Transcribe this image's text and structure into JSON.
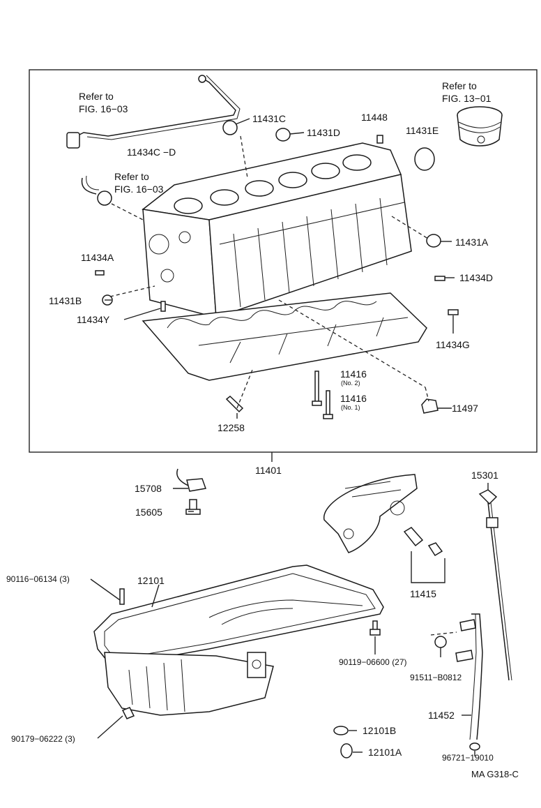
{
  "diagram": {
    "code": "MA G318-C",
    "refs": [
      {
        "line1": "Refer to",
        "line2": "FIG. 16−03"
      },
      {
        "line1": "Refer to",
        "line2": "FIG. 16−03"
      },
      {
        "line1": "Refer to",
        "line2": "FIG. 13−01"
      }
    ],
    "labels": {
      "p11431C": "11431C",
      "p11431D": "11431D",
      "p11448": "11448",
      "p11431E": "11431E",
      "p11434CD": "11434C −D",
      "p11431A": "11431A",
      "p11434A": "11434A",
      "p11434D": "11434D",
      "p11431B": "11431B",
      "p11434Y": "11434Y",
      "p11434G": "11434G",
      "p11416n2": "11416",
      "p11416n2sub": "(No. 2)",
      "p11416n1": "11416",
      "p11416n1sub": "(No. 1)",
      "p11497": "11497",
      "p12258": "12258",
      "p11401": "11401",
      "p15708": "15708",
      "p15605": "15605",
      "p15301": "15301",
      "p11415": "11415",
      "p90116": "90116−06134 (3)",
      "p12101": "12101",
      "p90119": "90119−06600 (27)",
      "p91511": "91511−B0812",
      "p11452": "11452",
      "p90179": "90179−06222 (3)",
      "p12101B": "12101B",
      "p12101A": "12101A",
      "p96721": "96721−19010"
    }
  }
}
